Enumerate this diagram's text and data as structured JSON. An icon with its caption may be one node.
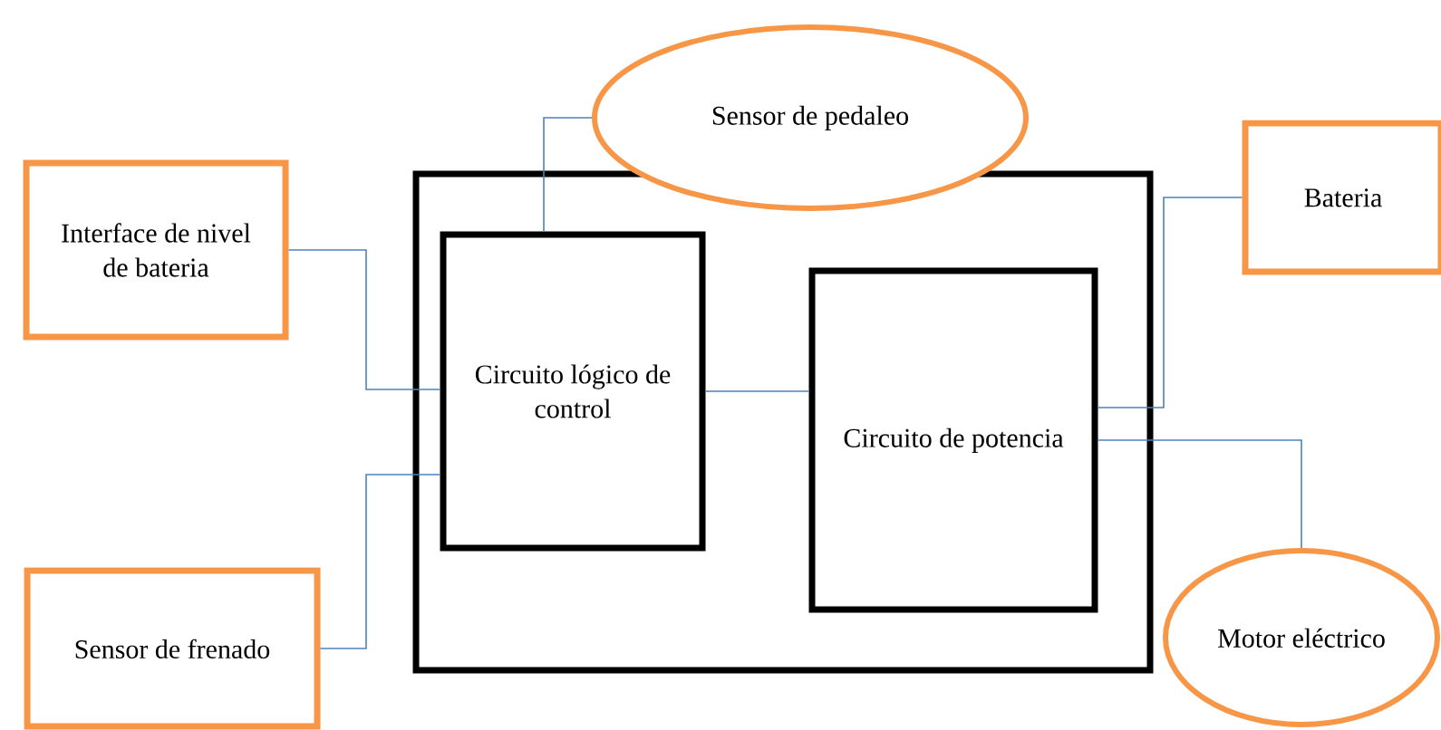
{
  "diagram": {
    "nodes": [
      {
        "text": [
          "Sensor de pedaleo"
        ]
      },
      {
        "text": [
          "Interface de nivel de bateria"
        ]
      },
      {
        "text": [
          "Bateria"
        ]
      },
      {
        "text": [],
        "shape": "box"
      },
      {
        "text": [
          "Circuito lógico de control"
        ],
        "in": 3
      },
      {
        "text": [
          "Circuito de potencia"
        ],
        "in": 3
      },
      {
        "text": [
          "Sensor de frenado"
        ]
      },
      {
        "text": [
          "Motor eléctrico"
        ]
      }
    ],
    "edges": [
      {
        "from": 0,
        "to": 4,
        "arrow": "none"
      },
      {
        "from": 1,
        "to": 4,
        "arrow": "none"
      },
      {
        "from": 6,
        "to": 4,
        "arrow": "none"
      },
      {
        "from": 4,
        "to": 5,
        "arrow": "none"
      },
      {
        "from": 5,
        "to": 2,
        "arrow": "none"
      },
      {
        "from": 5,
        "to": 7,
        "arrow": "none"
      }
    ]
  }
}
